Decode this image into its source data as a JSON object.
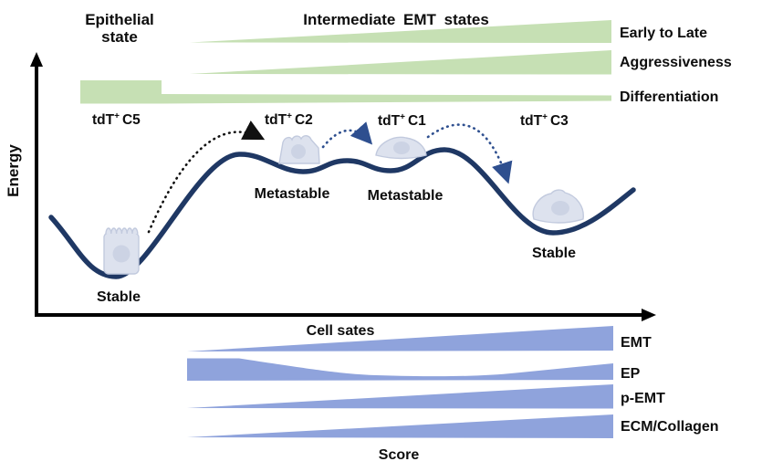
{
  "figure": {
    "top": {
      "epithelial_line1": "Epithelial",
      "epithelial_line2": "state",
      "intermediate_title": "Intermediate EMT states",
      "gradient_labels": {
        "early_to_late": "Early to Late",
        "aggressiveness": "Aggressiveness",
        "differentiation": "Differentiation"
      }
    },
    "clusters": [
      {
        "base": "tdT",
        "sup": "+",
        "name": "C5"
      },
      {
        "base": "tdT",
        "sup": "+",
        "name": "C2"
      },
      {
        "base": "tdT",
        "sup": "+",
        "name": "C1"
      },
      {
        "base": "tdT",
        "sup": "+",
        "name": "C3"
      }
    ],
    "landscape": {
      "y_axis_label": "Energy",
      "x_axis_label": "Cell sates",
      "well_labels": {
        "left_stable": "Stable",
        "metastable_1": "Metastable",
        "metastable_2": "Metastable",
        "right_stable": "Stable"
      },
      "cell_icons": [
        "epithelial-cell",
        "early-intermediate-cell",
        "late-intermediate-cell",
        "mesenchymal-cell"
      ]
    },
    "bottom": {
      "score_labels": [
        "EMT",
        "EP",
        "p-EMT",
        "ECM/Collagen"
      ],
      "caption": "Score"
    },
    "colors": {
      "gradient_green": "#c6e0b4",
      "gradient_blue": "#8fa3dc",
      "curve_navy": "#1f3864",
      "arrow_black": "#111111",
      "arrow_navy": "#2e4f8f",
      "axis_black": "#000000",
      "cell_fill": "#dde2ee",
      "cell_stroke": "#c2cade",
      "nucleus_fill": "#ccd3e4",
      "text": "#0d0d0d"
    }
  }
}
